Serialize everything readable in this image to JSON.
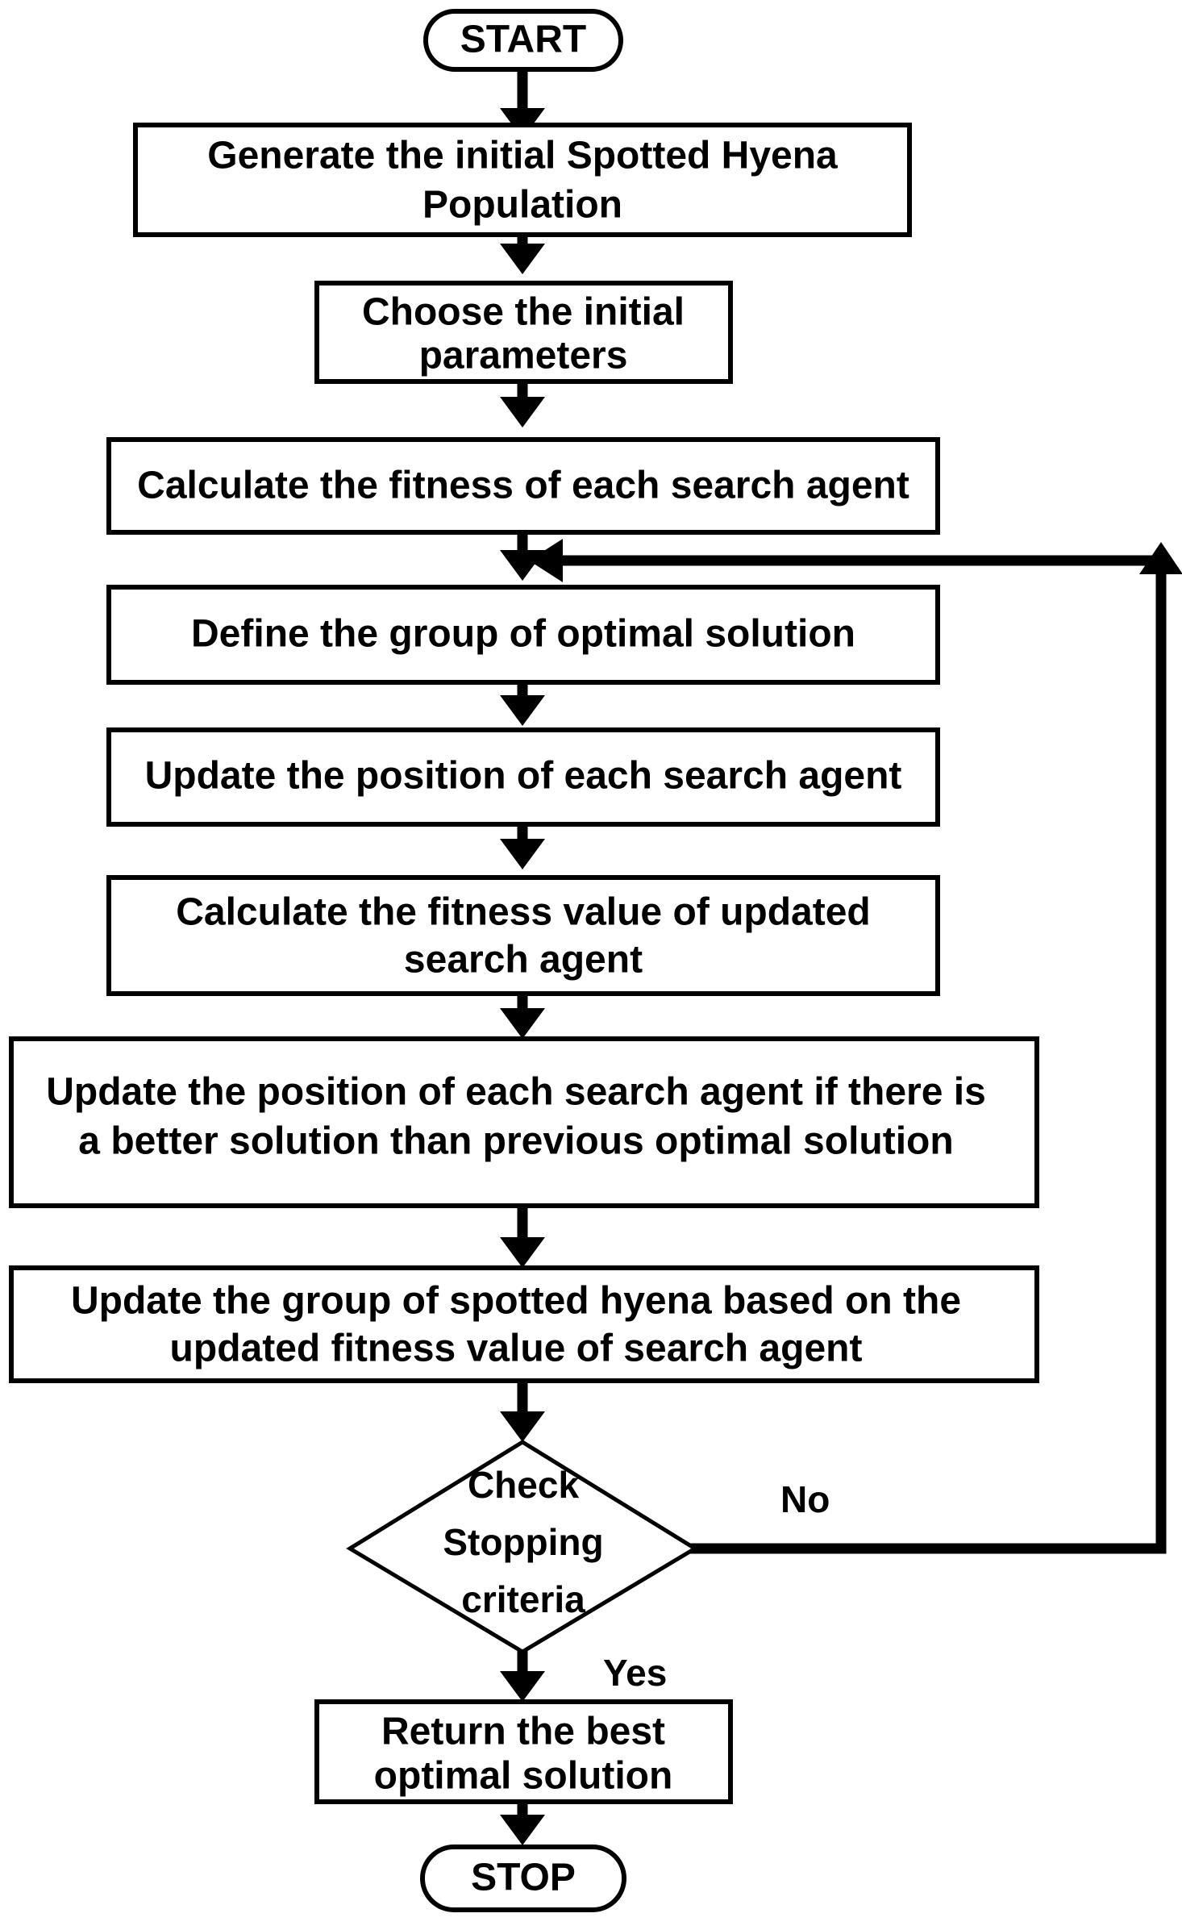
{
  "diagram": {
    "title": "Spotted Hyena Optimizer flowchart",
    "background_color": "#ffffff",
    "stroke_color": "#000000",
    "nodes": [
      {
        "id": "start",
        "shape": "terminator",
        "label": "START"
      },
      {
        "id": "generate",
        "shape": "process",
        "line1": "Generate the initial Spotted Hyena",
        "line2": "Population"
      },
      {
        "id": "choose",
        "shape": "process",
        "line1": "Choose the initial",
        "line2": "parameters"
      },
      {
        "id": "calc_fitness",
        "shape": "process",
        "line1": "Calculate the fitness of each search agent",
        "line2": ""
      },
      {
        "id": "define_group",
        "shape": "process",
        "line1": "Define the group of optimal solution",
        "line2": ""
      },
      {
        "id": "update_pos",
        "shape": "process",
        "line1": "Update the position of each search agent",
        "line2": ""
      },
      {
        "id": "calc_updated",
        "shape": "process",
        "line1": "Calculate the fitness value of updated",
        "line2": "search agent"
      },
      {
        "id": "update_better",
        "shape": "process",
        "line1": "Update the position of each search agent if there is",
        "line2": "a better solution than previous optimal solution"
      },
      {
        "id": "update_group",
        "shape": "process",
        "line1": "Update the group of spotted hyena based on the",
        "line2": "updated fitness value of search agent"
      },
      {
        "id": "check",
        "shape": "decision",
        "line1": "Check",
        "line2": "Stopping",
        "line3": "criteria"
      },
      {
        "id": "return_best",
        "shape": "process",
        "line1": "Return the best",
        "line2": "optimal solution"
      },
      {
        "id": "stop",
        "shape": "terminator",
        "label": "STOP"
      }
    ],
    "edge_labels": {
      "no": "No",
      "yes": "Yes"
    }
  }
}
